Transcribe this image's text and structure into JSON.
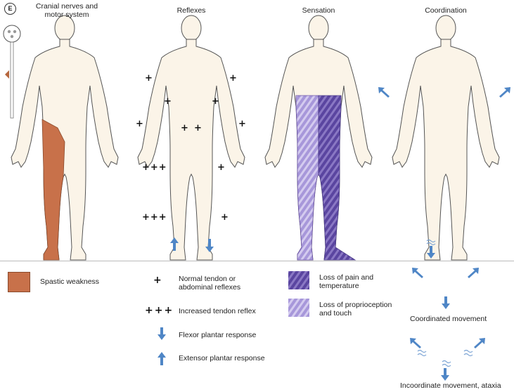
{
  "panel_letter": "E",
  "titles": {
    "cranial": "Cranial nerves and motor system",
    "reflexes": "Reflexes",
    "sensation": "Sensation",
    "coordination": "Coordination"
  },
  "symbols": {
    "plus": "+",
    "triple_plus": "+++"
  },
  "legend": {
    "spastic": "Spastic weakness",
    "normal_reflex": "Normal tendon or abdominal reflexes",
    "increased_reflex": "Increased tendon reflex",
    "flexor": "Flexor plantar response",
    "extensor": "Extensor plantar response",
    "pain_temp": "Loss of pain and temperature",
    "proprio": "Loss of proprioception and touch",
    "coordinated": "Coordinated movement",
    "incoordinate": "Incoordinate movement, ataxia"
  },
  "colors": {
    "skin": "#fbf4e8",
    "outline": "#555555",
    "spastic": "#c8714a",
    "pain_temp": "#6a52a6",
    "proprio": "#b7a9e0",
    "arrow": "#4f86c6"
  }
}
